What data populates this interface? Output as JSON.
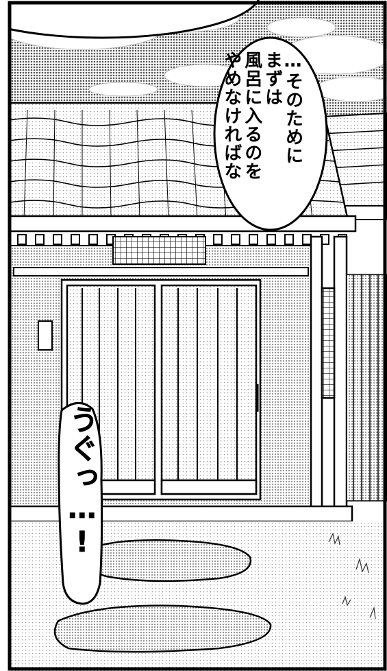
{
  "panel": {
    "scene": "manga-panel-japanese-house-entrance"
  },
  "speech_bubble": {
    "lines": [
      "…そのために",
      "まずは",
      "風呂に入るのを",
      "やめなければな"
    ]
  },
  "sound_effect": {
    "text": "うぐっ…!"
  },
  "colors": {
    "ink": "#000000",
    "paper": "#ffffff",
    "screentone": "#9a9a9a"
  }
}
